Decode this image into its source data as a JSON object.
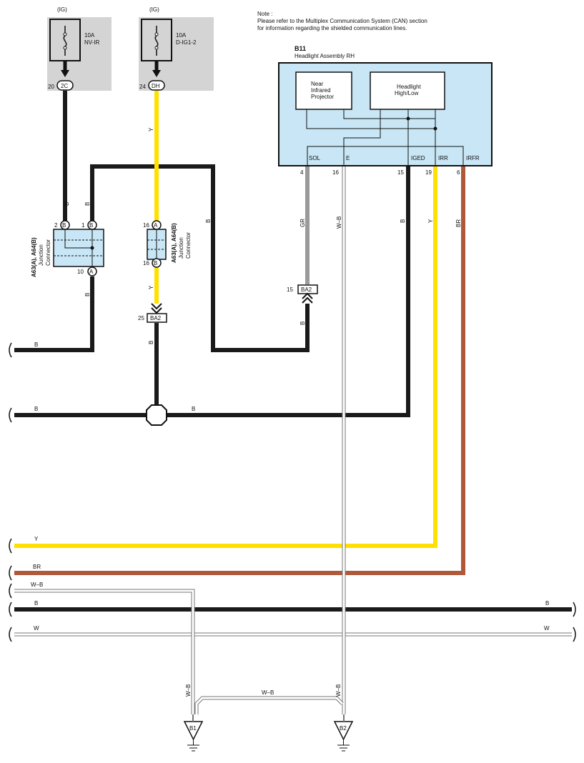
{
  "note": {
    "line1": "Note :",
    "line2": "Please refer to the Multiplex Communication System (CAN) section",
    "line3": "for information regarding the shielded communication lines."
  },
  "fuses": [
    {
      "source": "(IG)",
      "rating": "10A",
      "name": "NV-IR",
      "pin": "20",
      "connector": "2C"
    },
    {
      "source": "(IG)",
      "rating": "10A",
      "name": "D-IG1-2",
      "pin": "24",
      "connector": "DH"
    }
  ],
  "headlight": {
    "code": "B11",
    "name": "Headlight Assembly RH",
    "projector": [
      "Near",
      "Infrared",
      "Projector"
    ],
    "lamp": [
      "Headlight",
      "High/Low"
    ],
    "terminals": [
      {
        "label": "SOL",
        "pin": "4"
      },
      {
        "label": "E",
        "pin": "16"
      },
      {
        "label": "IGED",
        "pin": "15"
      },
      {
        "label": "IRR",
        "pin": "19"
      },
      {
        "label": "IRFR",
        "pin": "6"
      }
    ]
  },
  "junction_connectors": [
    {
      "codes": "A63(A),  A64(B)",
      "label_line1": "Junction",
      "label_line2": "Connector",
      "pins": [
        "2",
        "1",
        "10"
      ],
      "pin_letters": [
        "B",
        "B",
        "A"
      ]
    },
    {
      "codes": "A63(A),  A64(B)",
      "label_line1": "Junction",
      "label_line2": "Connector",
      "pins": [
        "16",
        "16"
      ],
      "pin_letters": [
        "A",
        "B"
      ]
    }
  ],
  "connectors": [
    {
      "pin": "25",
      "code": "BA2"
    },
    {
      "pin": "15",
      "code": "BA2"
    }
  ],
  "wire_colors": {
    "B": "B",
    "Y": "Y",
    "GR": "GR",
    "WB": "W–B",
    "BR": "BR",
    "W": "W"
  },
  "grounds": [
    "B1",
    "B2"
  ],
  "colors": {
    "black": "#1a1a1a",
    "yellow": "#ffe000",
    "gray": "#9a9a9a",
    "brown": "#b0583a",
    "box_fill": "#c8e6f5",
    "fuse_bg": "#d4d4d4"
  }
}
